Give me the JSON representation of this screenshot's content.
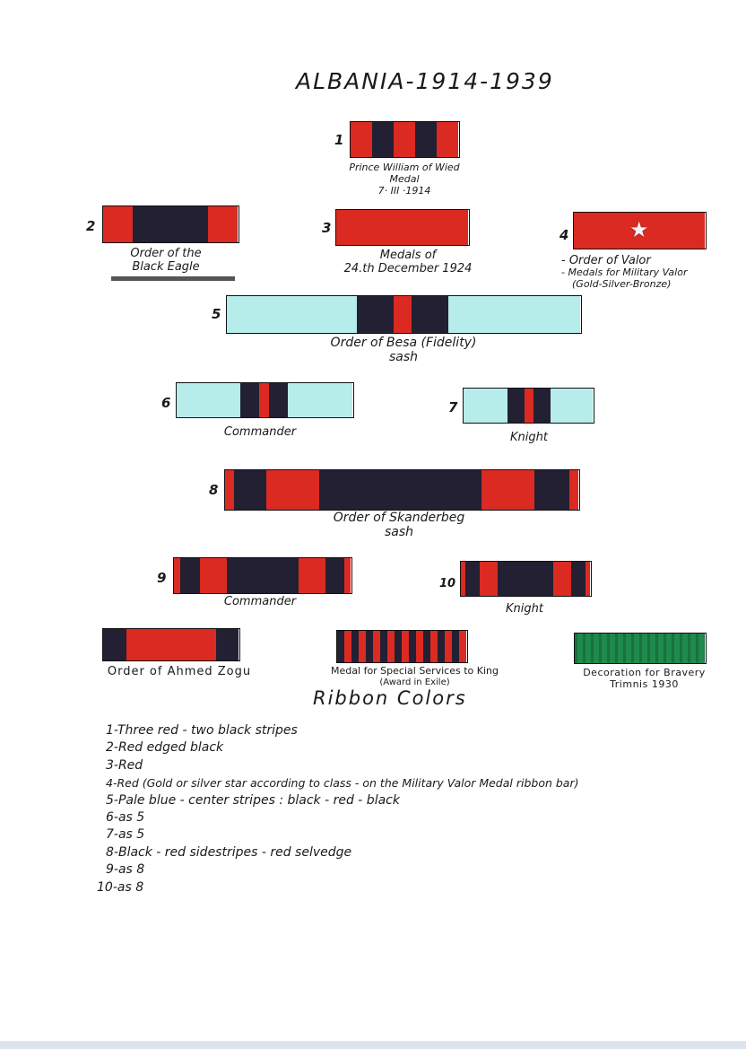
{
  "title": "ALBANIA-1914-1939",
  "colors": {
    "red": "#db2a22",
    "black": "#222032",
    "pale_blue": "#b6ece9",
    "green": "#1e8a4b"
  },
  "ribbons": [
    {
      "number": "1",
      "caption": "Prince William of Wied",
      "caption_2": "Medal",
      "caption_3": "7· III ·1914"
    },
    {
      "number": "2",
      "caption": "Order of the",
      "caption_2": "Black Eagle"
    },
    {
      "number": "3",
      "caption": "Medals of",
      "caption_2": "24.th December 1924"
    },
    {
      "number": "4",
      "caption": "- Order of Valor",
      "caption_2": "- Medals for Military Valor",
      "caption_3": "(Gold-Silver-Bronze)",
      "star_icon": "star-icon"
    },
    {
      "number": "5",
      "caption": "Order of Besa (Fidelity)",
      "caption_2": "sash"
    },
    {
      "number": "6",
      "caption": "Commander"
    },
    {
      "number": "7",
      "caption": "Knight"
    },
    {
      "number": "8",
      "caption": "Order of Skanderbeg",
      "caption_2": "sash"
    },
    {
      "number": "9",
      "caption": "Commander"
    },
    {
      "number": "10",
      "caption": "Knight"
    },
    {
      "caption": "Order of Ahmed Zogu"
    },
    {
      "caption": "Medal for Special Services to King",
      "caption_2": "(Award in Exile)"
    },
    {
      "caption": "Decoration for Bravery",
      "caption_2": "Trimnis 1930"
    }
  ],
  "legend_heading": "Ribbon Colors",
  "legend": [
    "1-Three red - two black stripes",
    "2-Red edged black",
    "3-Red",
    "4-Red (Gold or silver star according to class - on the Military Valor Medal ribbon bar)",
    "5-Pale blue - center stripes : black - red - black",
    "6-as 5",
    "7-as 5",
    "8-Black - red sidestripes - red selvedge",
    "9-as 8",
    "10-as 8"
  ]
}
